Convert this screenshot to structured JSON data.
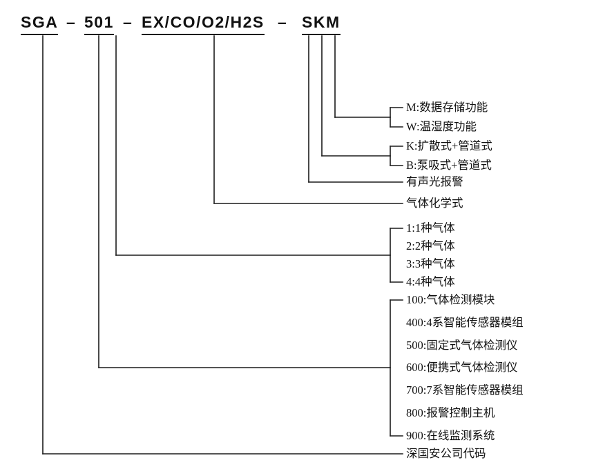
{
  "code": {
    "parts": [
      "SGA",
      "501",
      "EX/CO/O2/H2S",
      "SKM"
    ],
    "separator": "–"
  },
  "legend": {
    "storage": "M:数据存储功能",
    "humidity": "W:温湿度功能",
    "diffusion": "K:扩散式+管道式",
    "pump": "B:泵吸式+管道式",
    "alarm": "有声光报警",
    "formula": "气体化学式",
    "gas_count": [
      "1:1种气体",
      "2:2种气体",
      "3:3种气体",
      "4:4种气体"
    ],
    "series": [
      "100:气体检测模块",
      "400:4系智能传感器模组",
      "500:固定式气体检测仪",
      "600:便携式气体检测仪",
      "700:7系智能传感器模组",
      "800:报警控制主机",
      "900:在线监测系统"
    ],
    "company": "深国安公司代码"
  },
  "colors": {
    "ink": "#111111",
    "background": "#ffffff"
  }
}
